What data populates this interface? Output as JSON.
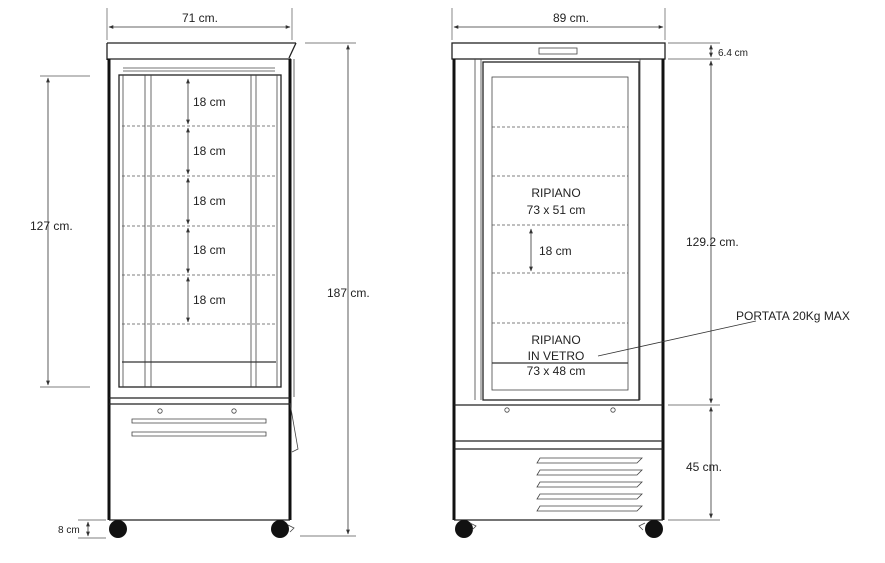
{
  "side_view": {
    "width_label": "71 cm.",
    "height_total_label": "187 cm.",
    "door_height_label": "127 cm.",
    "base_height_label": "8 cm",
    "shelf_spacing_labels": [
      "18 cm",
      "18 cm",
      "18 cm",
      "18 cm",
      "18 cm"
    ]
  },
  "front_view": {
    "width_label": "89 cm.",
    "top_height_label": "6.4 cm",
    "cabinet_height_label": "129.2 cm.",
    "bottom_height_label": "45 cm.",
    "shelf_title": "RIPIANO",
    "shelf_size": "73 x 51 cm",
    "shelf_spacing": "18 cm",
    "glass_shelf_line1": "RIPIANO",
    "glass_shelf_line2": "IN VETRO",
    "glass_shelf_size": "73 x 48 cm",
    "load_label": "PORTATA 20Kg MAX"
  }
}
